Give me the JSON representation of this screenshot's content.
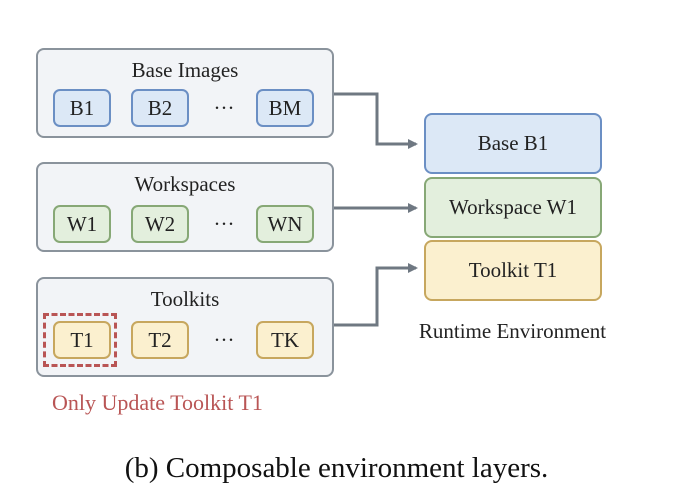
{
  "groups": {
    "base_images": {
      "title": "Base Images",
      "items": [
        "B1",
        "B2",
        "BM"
      ],
      "ellipsis": "···"
    },
    "workspaces": {
      "title": "Workspaces",
      "items": [
        "W1",
        "W2",
        "WN"
      ],
      "ellipsis": "···"
    },
    "toolkits": {
      "title": "Toolkits",
      "items": [
        "T1",
        "T2",
        "TK"
      ],
      "ellipsis": "···"
    }
  },
  "runtime": {
    "layers": [
      "Base B1",
      "Workspace W1",
      "Toolkit T1"
    ],
    "label": "Runtime Environment"
  },
  "note": "Only Update Toolkit T1",
  "caption": "(b) Composable environment layers.",
  "colors": {
    "base": "#dce8f6",
    "workspace": "#e3efdd",
    "toolkit": "#fbf0cf",
    "highlight": "#b95555",
    "arrow": "#6f7882"
  }
}
